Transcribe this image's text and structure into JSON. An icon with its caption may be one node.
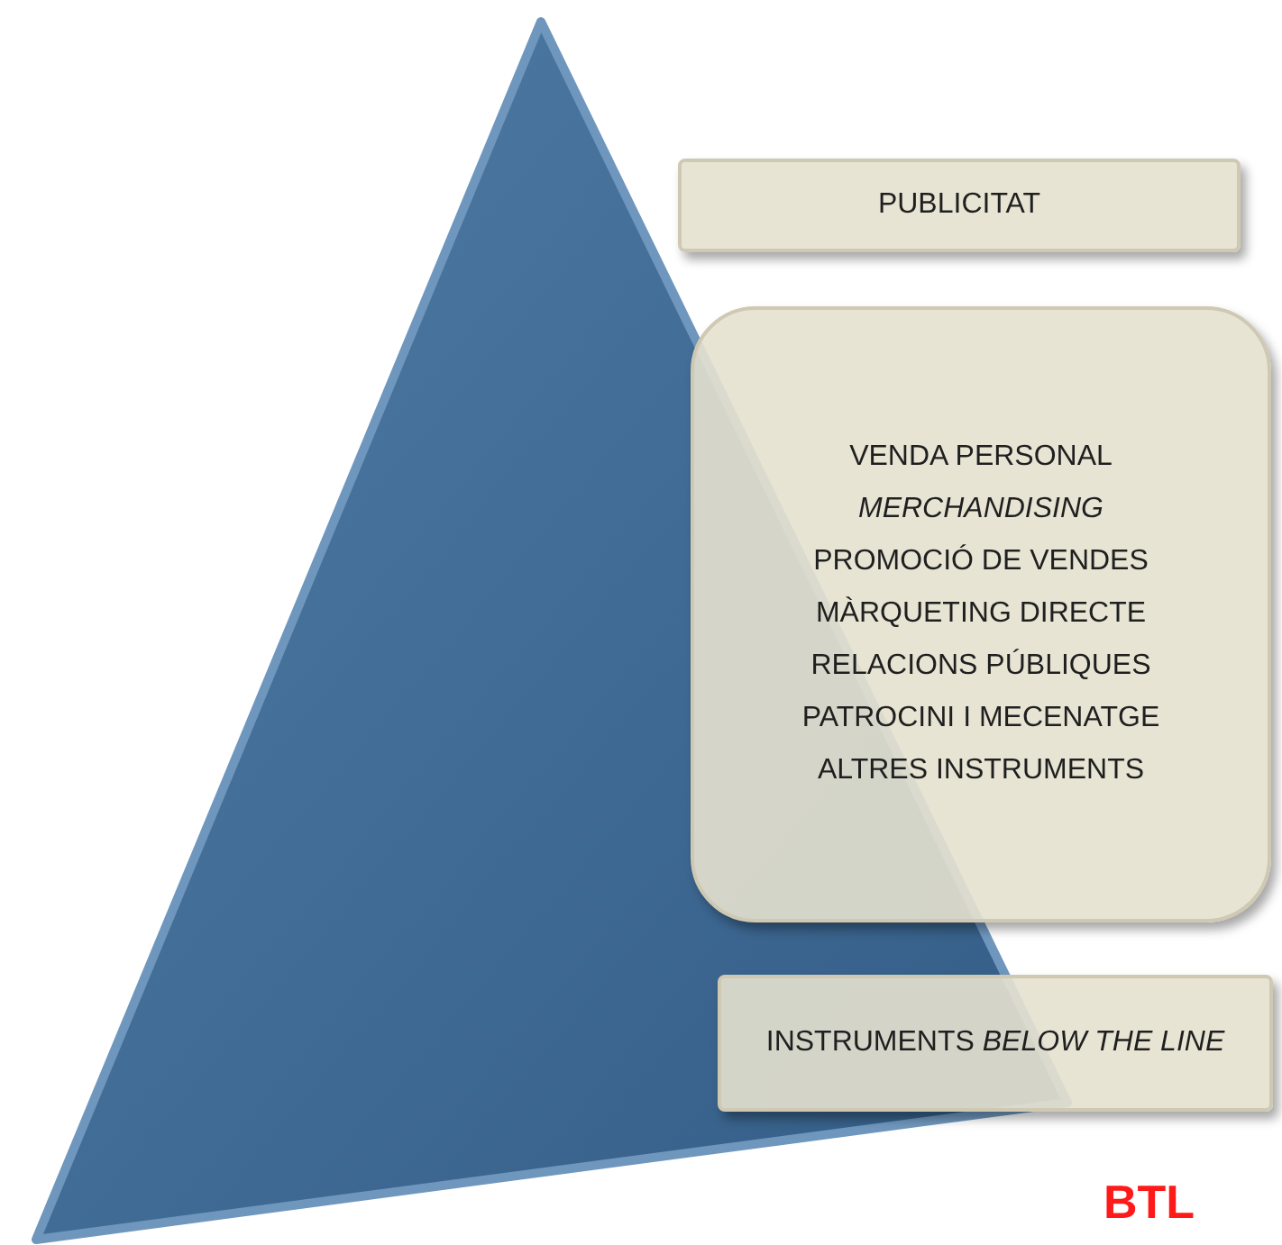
{
  "diagram": {
    "nodes": [
      {
        "text": [],
        "shape": "triangle"
      },
      {
        "text": [
          "PUBLICITAT"
        ]
      },
      {
        "text": [
          "VENDA PERSONAL",
          "MERCHANDISING",
          "PROMOCIÓ DE VENDES",
          "MÀRQUETING DIRECTE",
          "RELACIONS PÚBLIQUES",
          "PATROCINI I MECENATGE",
          "ALTRES INSTRUMENTS"
        ]
      },
      {
        "text": [
          "INSTRUMENTS *BELOW THE LINE*"
        ]
      }
    ],
    "labels": [
      "BTL"
    ]
  }
}
